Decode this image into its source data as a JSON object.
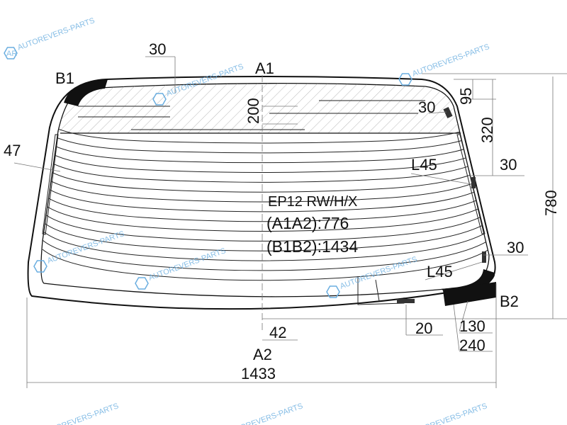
{
  "diagram": {
    "part_code": "EP12 RW/H/X",
    "diag_a": "(A1A2):776",
    "diag_b": "(B1B2):1434",
    "points": {
      "a1": "A1",
      "a2": "A2",
      "b1": "B1",
      "b2": "B2"
    },
    "dimensions": {
      "top_band": "30",
      "shade_band": "200",
      "top_right_offset": "30",
      "right_95": "95",
      "right_320": "320",
      "right_30_upper": "30",
      "bracket_upper": "L45",
      "left_47": "47",
      "height_780": "780",
      "right_30_lower": "30",
      "bracket_lower": "L45",
      "bottom_42": "42",
      "bottom_20": "20",
      "bottom_130": "130",
      "bottom_240": "240",
      "width_1433": "1433"
    },
    "watermark": "AUTOREVERS-PARTS",
    "watermark_logo": "AR",
    "colors": {
      "watermark": "#6aaee0",
      "line": "#111111"
    }
  }
}
